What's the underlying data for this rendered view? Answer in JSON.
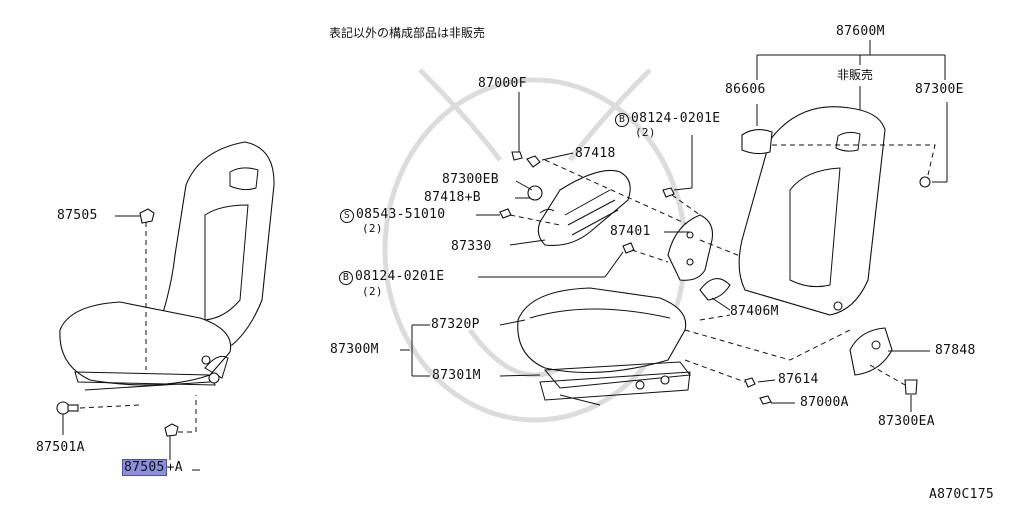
{
  "diagram_id": "A870C175",
  "note": "表記以外の構成部品は非販売",
  "not_sold_label": "非販売",
  "qty_2": "(2)",
  "bolt_prefix_b": "B",
  "screw_prefix_s": "S",
  "parts": {
    "p87600M": "87600M",
    "p86606": "86606",
    "p87300E": "87300E",
    "p87000F": "87000F",
    "p87418": "87418",
    "p87300EB": "87300EB",
    "p87418B": "87418+B",
    "screw_08543": "08543-51010",
    "p87330": "87330",
    "bolt_08124_a": "08124-0201E",
    "p87401": "87401",
    "bolt_08124_b": "08124-0201E",
    "p87406M": "87406M",
    "p87320P": "87320P",
    "p87300M": "87300M",
    "p87301M": "87301M",
    "p87848": "87848",
    "p87614": "87614",
    "p87000A": "87000A",
    "p87300EA": "87300EA",
    "p87505_top": "87505",
    "p87501A": "87501A",
    "p87505_hl": "87505",
    "p87505_suffix": "+A"
  }
}
